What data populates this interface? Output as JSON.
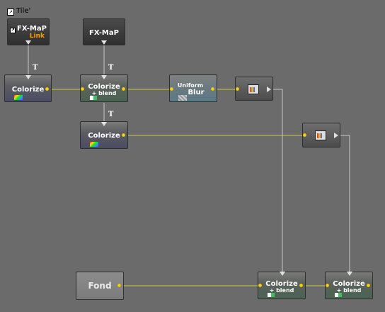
{
  "graph": {
    "title": "Tile'",
    "nodes": {
      "fxmap_link": {
        "label": "FX-MaP",
        "link": "Link"
      },
      "fxmap": {
        "label": "FX-MaP"
      },
      "colorize_1": {
        "label": "Colorize"
      },
      "colorize_blend_1": {
        "label": "Colorize",
        "sub": "+ blend"
      },
      "uniform_blur": {
        "label_top": "Uniform",
        "label_main": "Blur"
      },
      "colorize_2": {
        "label": "Colorize"
      },
      "fond": {
        "label": "Fond"
      },
      "colorize_blend_2": {
        "label": "Colorize",
        "sub": "+ blend"
      },
      "colorize_blend_3": {
        "label": "Colorize",
        "sub": "+ blend"
      }
    },
    "tiling_mark": "T"
  },
  "colors": {
    "background": "#6b6b6b",
    "wire_yellow": "#c8c850",
    "wire_grey": "#c8c8c8",
    "link_text": "#f0a000"
  }
}
